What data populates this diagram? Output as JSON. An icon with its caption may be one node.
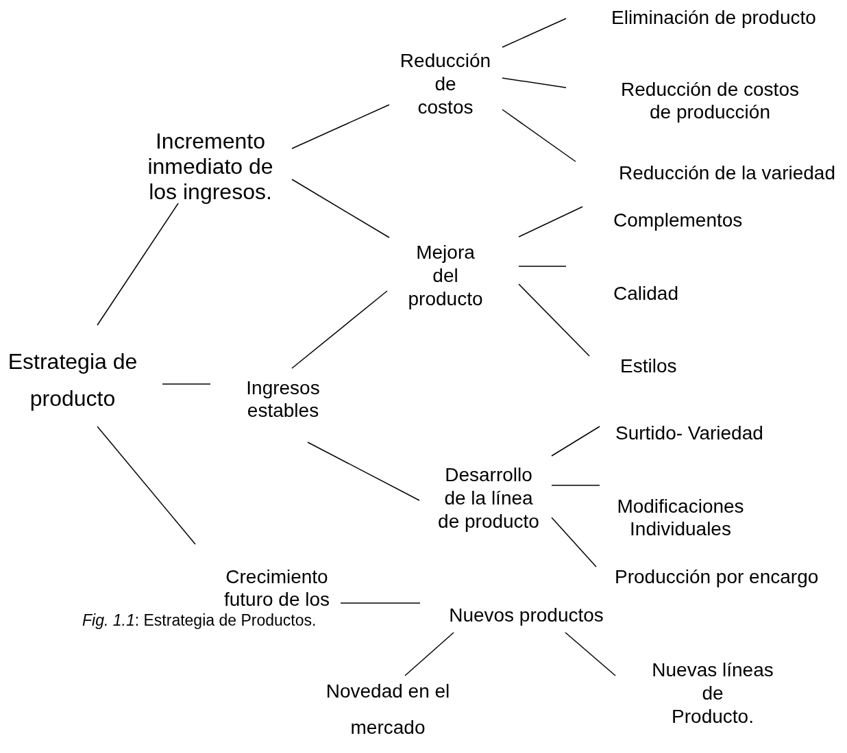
{
  "diagram": {
    "caption": "*Fig. 1.1*: Estrategia de Productos.",
    "nodes": [
      {
        "text": [
          "Estrategia de producto"
        ]
      },
      {
        "text": [
          "Incremento inmediato de los ingresos."
        ]
      },
      {
        "text": [
          "Ingresos estables"
        ]
      },
      {
        "text": [
          "Crecimiento futuro de los"
        ]
      },
      {
        "text": [
          "Reducción de costos"
        ]
      },
      {
        "text": [
          "Mejora del producto"
        ]
      },
      {
        "text": [
          "Desarrollo de la línea de producto"
        ]
      },
      {
        "text": [
          "Nuevos productos"
        ]
      },
      {
        "text": [
          "Eliminación de producto"
        ]
      },
      {
        "text": [
          "Reducción de costos de producción"
        ]
      },
      {
        "text": [
          "Reducción de la variedad"
        ]
      },
      {
        "text": [
          "Complementos"
        ]
      },
      {
        "text": [
          "Calidad"
        ]
      },
      {
        "text": [
          "Estilos"
        ]
      },
      {
        "text": [
          "Surtido- Variedad"
        ]
      },
      {
        "text": [
          "Modificaciones Individuales"
        ]
      },
      {
        "text": [
          "Producción por encargo"
        ]
      },
      {
        "text": [
          "Novedad en el mercado"
        ]
      },
      {
        "text": [
          "Nuevas líneas de Producto."
        ]
      }
    ],
    "edges": [
      {
        "from": 0,
        "to": 1,
        "arrow": "none"
      },
      {
        "from": 0,
        "to": 2,
        "arrow": "none"
      },
      {
        "from": 0,
        "to": 3,
        "arrow": "none"
      },
      {
        "from": 1,
        "to": 4,
        "arrow": "none"
      },
      {
        "from": 1,
        "to": 5,
        "arrow": "none"
      },
      {
        "from": 2,
        "to": 5,
        "arrow": "none"
      },
      {
        "from": 2,
        "to": 6,
        "arrow": "none"
      },
      {
        "from": 3,
        "to": 7,
        "arrow": "none"
      },
      {
        "from": 4,
        "to": 8,
        "arrow": "none"
      },
      {
        "from": 4,
        "to": 9,
        "arrow": "none"
      },
      {
        "from": 4,
        "to": 10,
        "arrow": "none"
      },
      {
        "from": 5,
        "to": 11,
        "arrow": "none"
      },
      {
        "from": 5,
        "to": 12,
        "arrow": "none"
      },
      {
        "from": 5,
        "to": 13,
        "arrow": "none"
      },
      {
        "from": 6,
        "to": 14,
        "arrow": "none"
      },
      {
        "from": 6,
        "to": 15,
        "arrow": "none"
      },
      {
        "from": 6,
        "to": 16,
        "arrow": "none"
      },
      {
        "from": 7,
        "to": 17,
        "arrow": "none"
      },
      {
        "from": 7,
        "to": 18,
        "arrow": "none"
      }
    ]
  }
}
